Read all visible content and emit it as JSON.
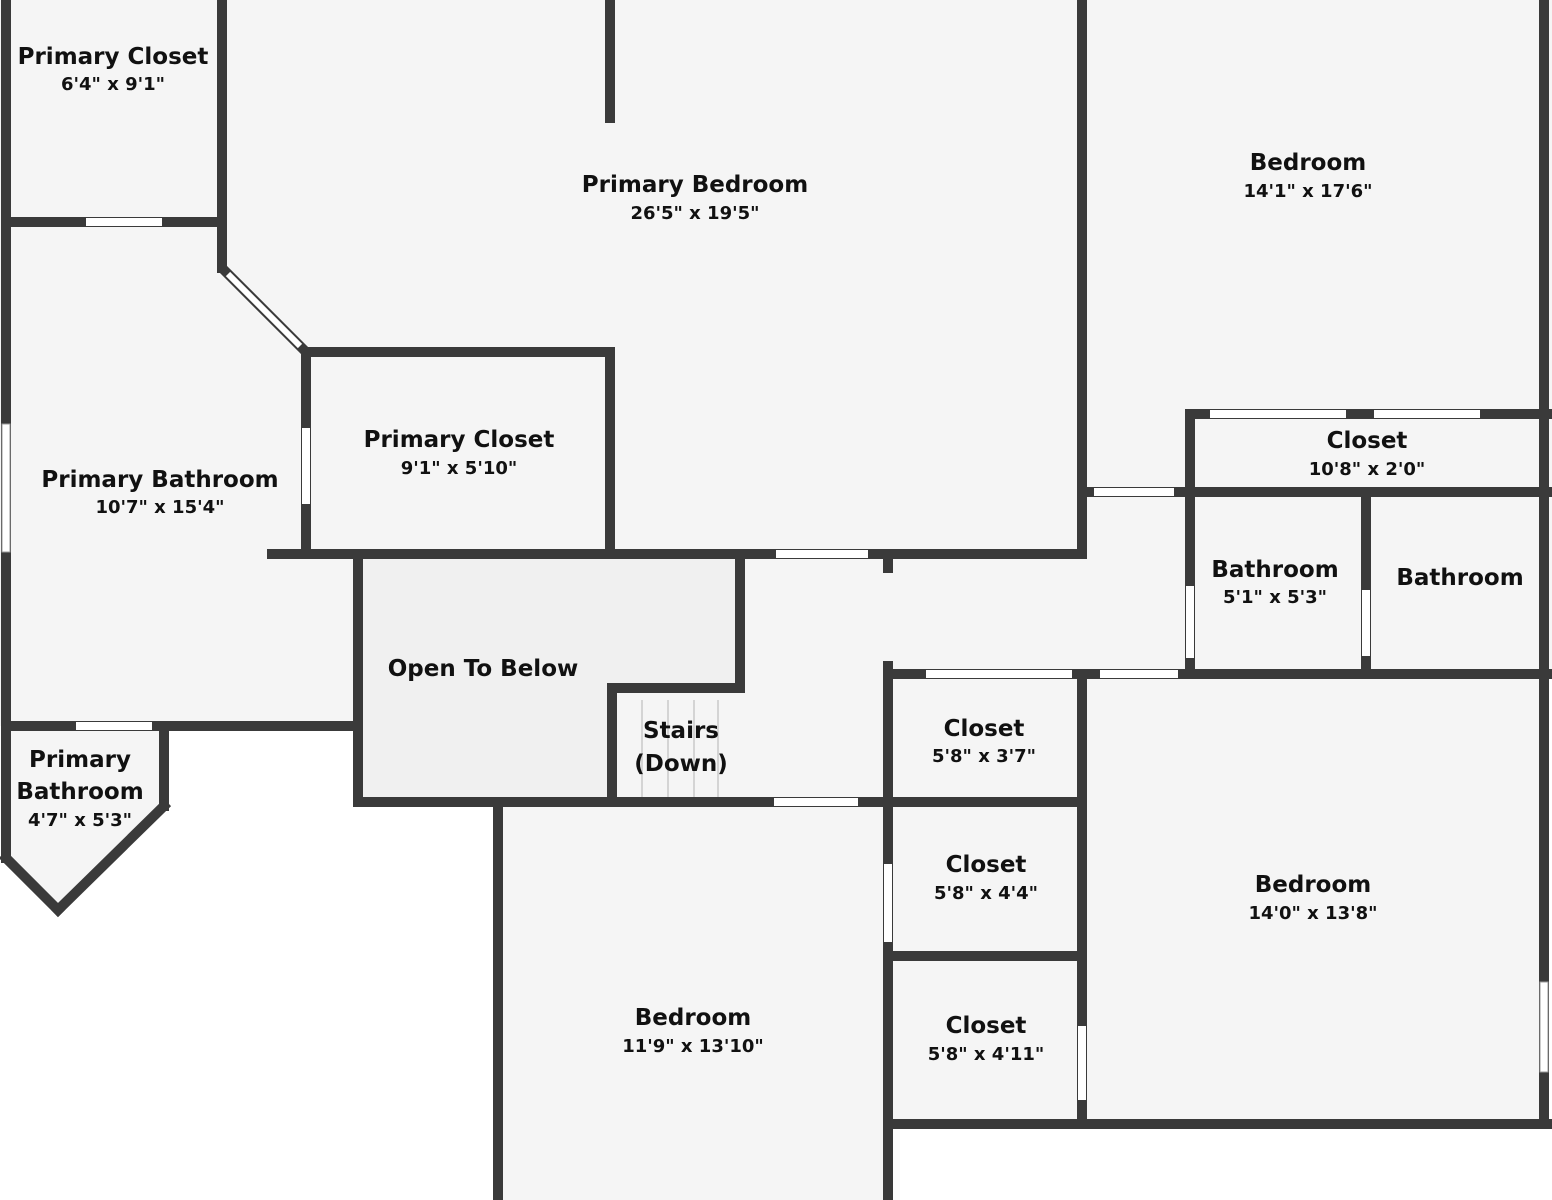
{
  "colors": {
    "wall": "#3a3a3a",
    "floor": "#f5f5f5",
    "open_to_below": "#f0f0f0",
    "opening": "#ffffff",
    "background": "#ffffff",
    "text": "#111111"
  },
  "rooms": {
    "primary_closet_a": {
      "name": "Primary Closet",
      "dims": "6'4\" x 9'1\""
    },
    "primary_bedroom": {
      "name": "Primary Bedroom",
      "dims": "26'5\" x 19'5\""
    },
    "bedroom_ne": {
      "name": "Bedroom",
      "dims": "14'1\" x 17'6\""
    },
    "primary_closet_b": {
      "name": "Primary Closet",
      "dims": "9'1\" x 5'10\""
    },
    "closet_hall": {
      "name": "Closet",
      "dims": "10'8\" x 2'0\""
    },
    "primary_bathroom": {
      "name": "Primary Bathroom",
      "dims": "10'7\" x 15'4\""
    },
    "bathroom_a": {
      "name": "Bathroom",
      "dims": "5'1\" x 5'3\""
    },
    "bathroom_b": {
      "name": "Bathroom"
    },
    "open_to_below": {
      "name": "Open To Below"
    },
    "stairs": {
      "line1": "Stairs",
      "line2": "(Down)"
    },
    "closet_1": {
      "name": "Closet",
      "dims": "5'8\" x 3'7\""
    },
    "primary_bathroom_small": {
      "line1": "Primary",
      "line2": "Bathroom",
      "dims": "4'7\" x 5'3\""
    },
    "closet_2": {
      "name": "Closet",
      "dims": "5'8\" x 4'4\""
    },
    "bedroom_se": {
      "name": "Bedroom",
      "dims": "14'0\" x 13'8\""
    },
    "bedroom_s": {
      "name": "Bedroom",
      "dims": "11'9\" x 13'10\""
    },
    "closet_3": {
      "name": "Closet",
      "dims": "5'8\" x 4'11\""
    }
  }
}
